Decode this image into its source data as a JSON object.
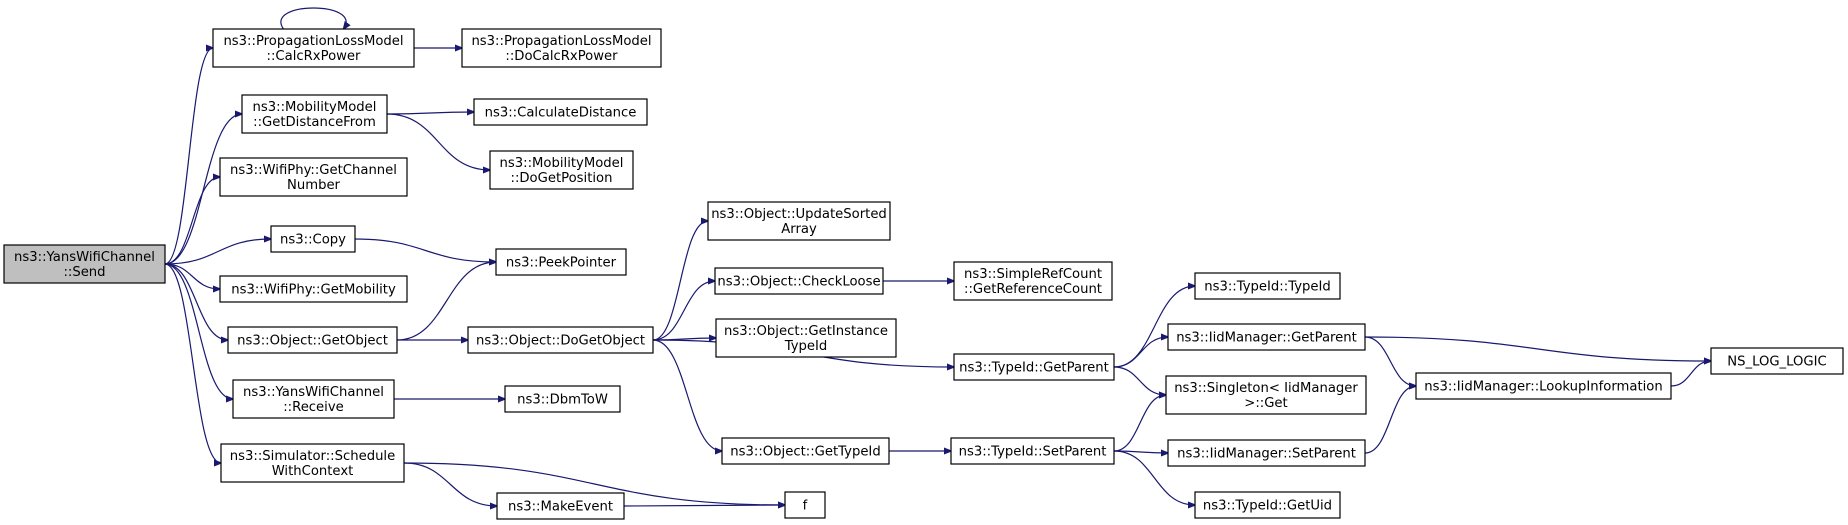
{
  "nodes": {
    "send": [
      "ns3::YansWifiChannel",
      "::Send"
    ],
    "calcrx": [
      "ns3::PropagationLossModel",
      "::CalcRxPower"
    ],
    "docalcrx": [
      "ns3::PropagationLossModel",
      "::DoCalcRxPower"
    ],
    "getdist": [
      "ns3::MobilityModel",
      "::GetDistanceFrom"
    ],
    "calcdist": [
      "ns3::CalculateDistance"
    ],
    "dogetpos": [
      "ns3::MobilityModel",
      "::DoGetPosition"
    ],
    "getchan": [
      "ns3::WifiPhy::GetChannel",
      "Number"
    ],
    "copy": [
      "ns3::Copy"
    ],
    "peek": [
      "ns3::PeekPointer"
    ],
    "getmob": [
      "ns3::WifiPhy::GetMobility"
    ],
    "getobj": [
      "ns3::Object::GetObject"
    ],
    "dogetobj": [
      "ns3::Object::DoGetObject"
    ],
    "updsorted": [
      "ns3::Object::UpdateSorted",
      "Array"
    ],
    "checkloose": [
      "ns3::Object::CheckLoose"
    ],
    "getrefcount": [
      "ns3::SimpleRefCount",
      "::GetReferenceCount"
    ],
    "getinst": [
      "ns3::Object::GetInstance",
      "TypeId"
    ],
    "gettypeid": [
      "ns3::Object::GetTypeId"
    ],
    "receive": [
      "ns3::YansWifiChannel",
      "::Receive"
    ],
    "dbm": [
      "ns3::DbmToW"
    ],
    "schedule": [
      "ns3::Simulator::Schedule",
      "WithContext"
    ],
    "makeevent": [
      "ns3::MakeEvent"
    ],
    "f": [
      "f"
    ],
    "tid_getparent": [
      "ns3::TypeId::GetParent"
    ],
    "tid_typeid": [
      "ns3::TypeId::TypeId"
    ],
    "iid_getparent": [
      "ns3::IidManager::GetParent"
    ],
    "singleton": [
      "ns3::Singleton< IidManager",
      ">::Get"
    ],
    "tid_setparent": [
      "ns3::TypeId::SetParent"
    ],
    "iid_setparent": [
      "ns3::IidManager::SetParent"
    ],
    "tid_getuid": [
      "ns3::TypeId::GetUid"
    ],
    "iid_lookup": [
      "ns3::IidManager::LookupInformation"
    ],
    "nslog": [
      "NS_LOG_LOGIC"
    ]
  },
  "colors": {
    "edge": "#191970",
    "root_fill": "#bfbfbf",
    "node_fill": "#ffffff",
    "border": "#000000"
  }
}
